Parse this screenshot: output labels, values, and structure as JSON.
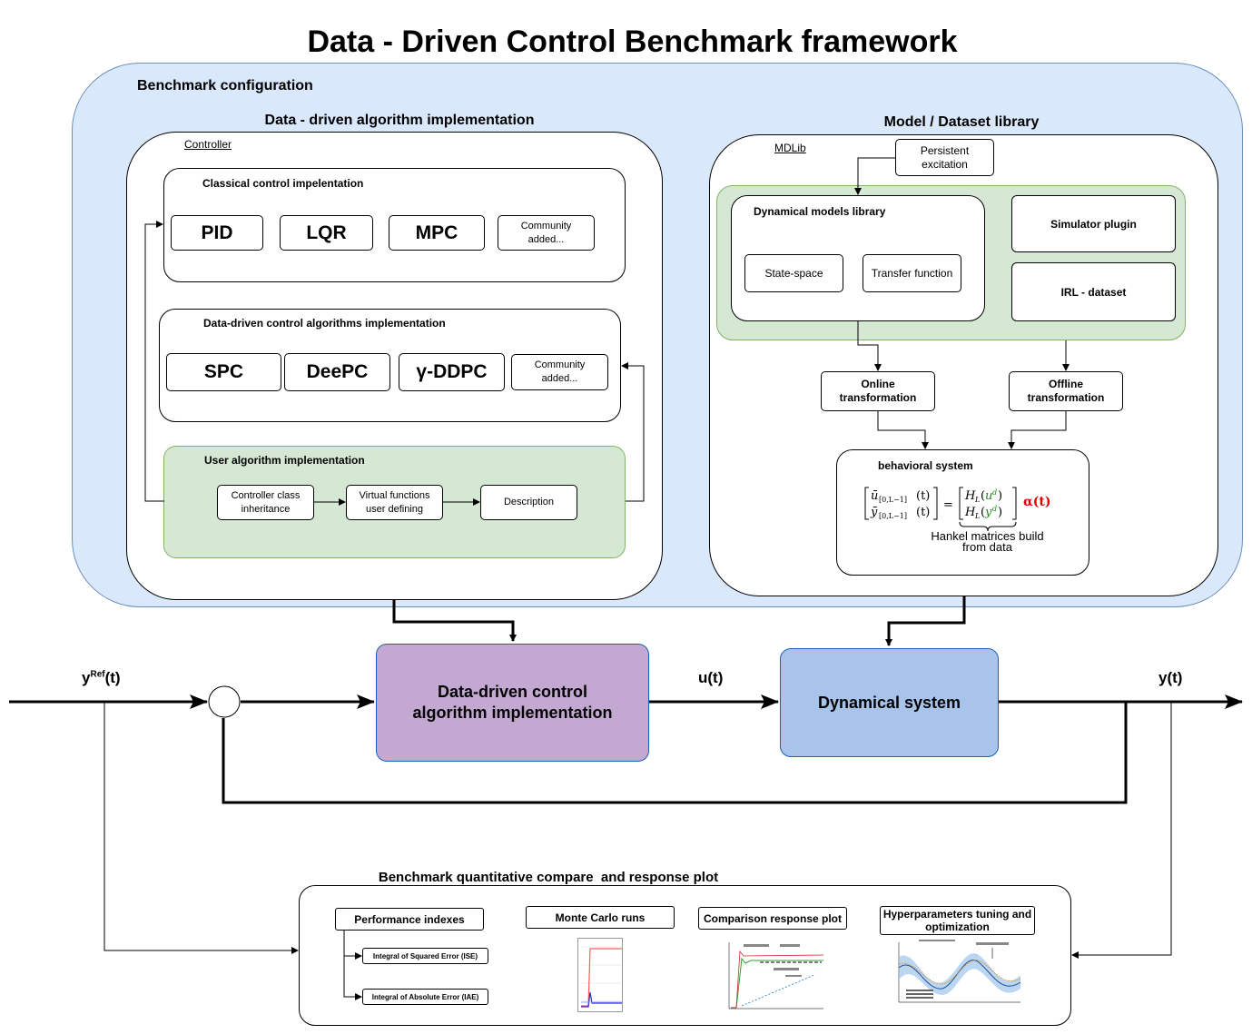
{
  "title": "Data - Driven Control Benchmark framework",
  "config": {
    "label": "Benchmark configuration",
    "algorithm_section": {
      "title": "Data - driven algorithm implementation",
      "controller_label": "Controller",
      "classical": {
        "title": "Classical control impelentation",
        "items": [
          "PID",
          "LQR",
          "MPC"
        ],
        "community": [
          "Community",
          "added..."
        ]
      },
      "data_driven": {
        "title": "Data-driven control algorithms implementation",
        "items": [
          "SPC",
          "DeePC",
          "γ-DDPC"
        ],
        "community": [
          "Community",
          "added..."
        ]
      },
      "user": {
        "title": "User algorithm implementation",
        "steps": [
          [
            "Controller class",
            "inheritance"
          ],
          [
            "Virtual functions",
            "user defining"
          ],
          [
            "Description"
          ]
        ]
      }
    },
    "model_section": {
      "title": "Model / Dataset library",
      "mdlib_label": "MDLib",
      "persistent": [
        "Persistent",
        "excitation"
      ],
      "dynamical_library": {
        "title": "Dynamical models library",
        "items": [
          "State-space",
          "Transfer function"
        ]
      },
      "simulator": "Simulator plugin",
      "irl": "IRL - dataset",
      "online": [
        "Online",
        "transformation"
      ],
      "offline": [
        "Offline",
        "transformation"
      ],
      "behavioral": {
        "title": "behavioral system",
        "alpha": "α(t)",
        "caption": [
          "Hankel matrices build",
          "from data"
        ]
      }
    }
  },
  "loop": {
    "yref": "y",
    "yref_sup": "Ref",
    "yref_suffix": "(t)",
    "controller_block": [
      "Data-driven control",
      "algorithm implementation"
    ],
    "u": "u(t)",
    "system_block": "Dynamical system",
    "y": "y(t)"
  },
  "benchmark": {
    "title": "Benchmark quantitative compare  and response plot",
    "perf": {
      "title": "Performance indexes",
      "ise": "Integral of Squared Error (ISE)",
      "iae": "Integral of Absolute Error (IAE)"
    },
    "monte_carlo": "Monte Carlo runs",
    "comparison": "Comparison response plot",
    "hyper": [
      "Hyperparameters tuning and",
      "optimization"
    ]
  },
  "colors": {
    "config_bg": "#dae8fc",
    "config_border": "#6c8ebf",
    "green_bg": "#d5e8d4",
    "green_border": "#82b366",
    "controller_block": "#c3a8d1",
    "system_block": "#a9c4eb",
    "block_border": "#1f5fb8"
  }
}
